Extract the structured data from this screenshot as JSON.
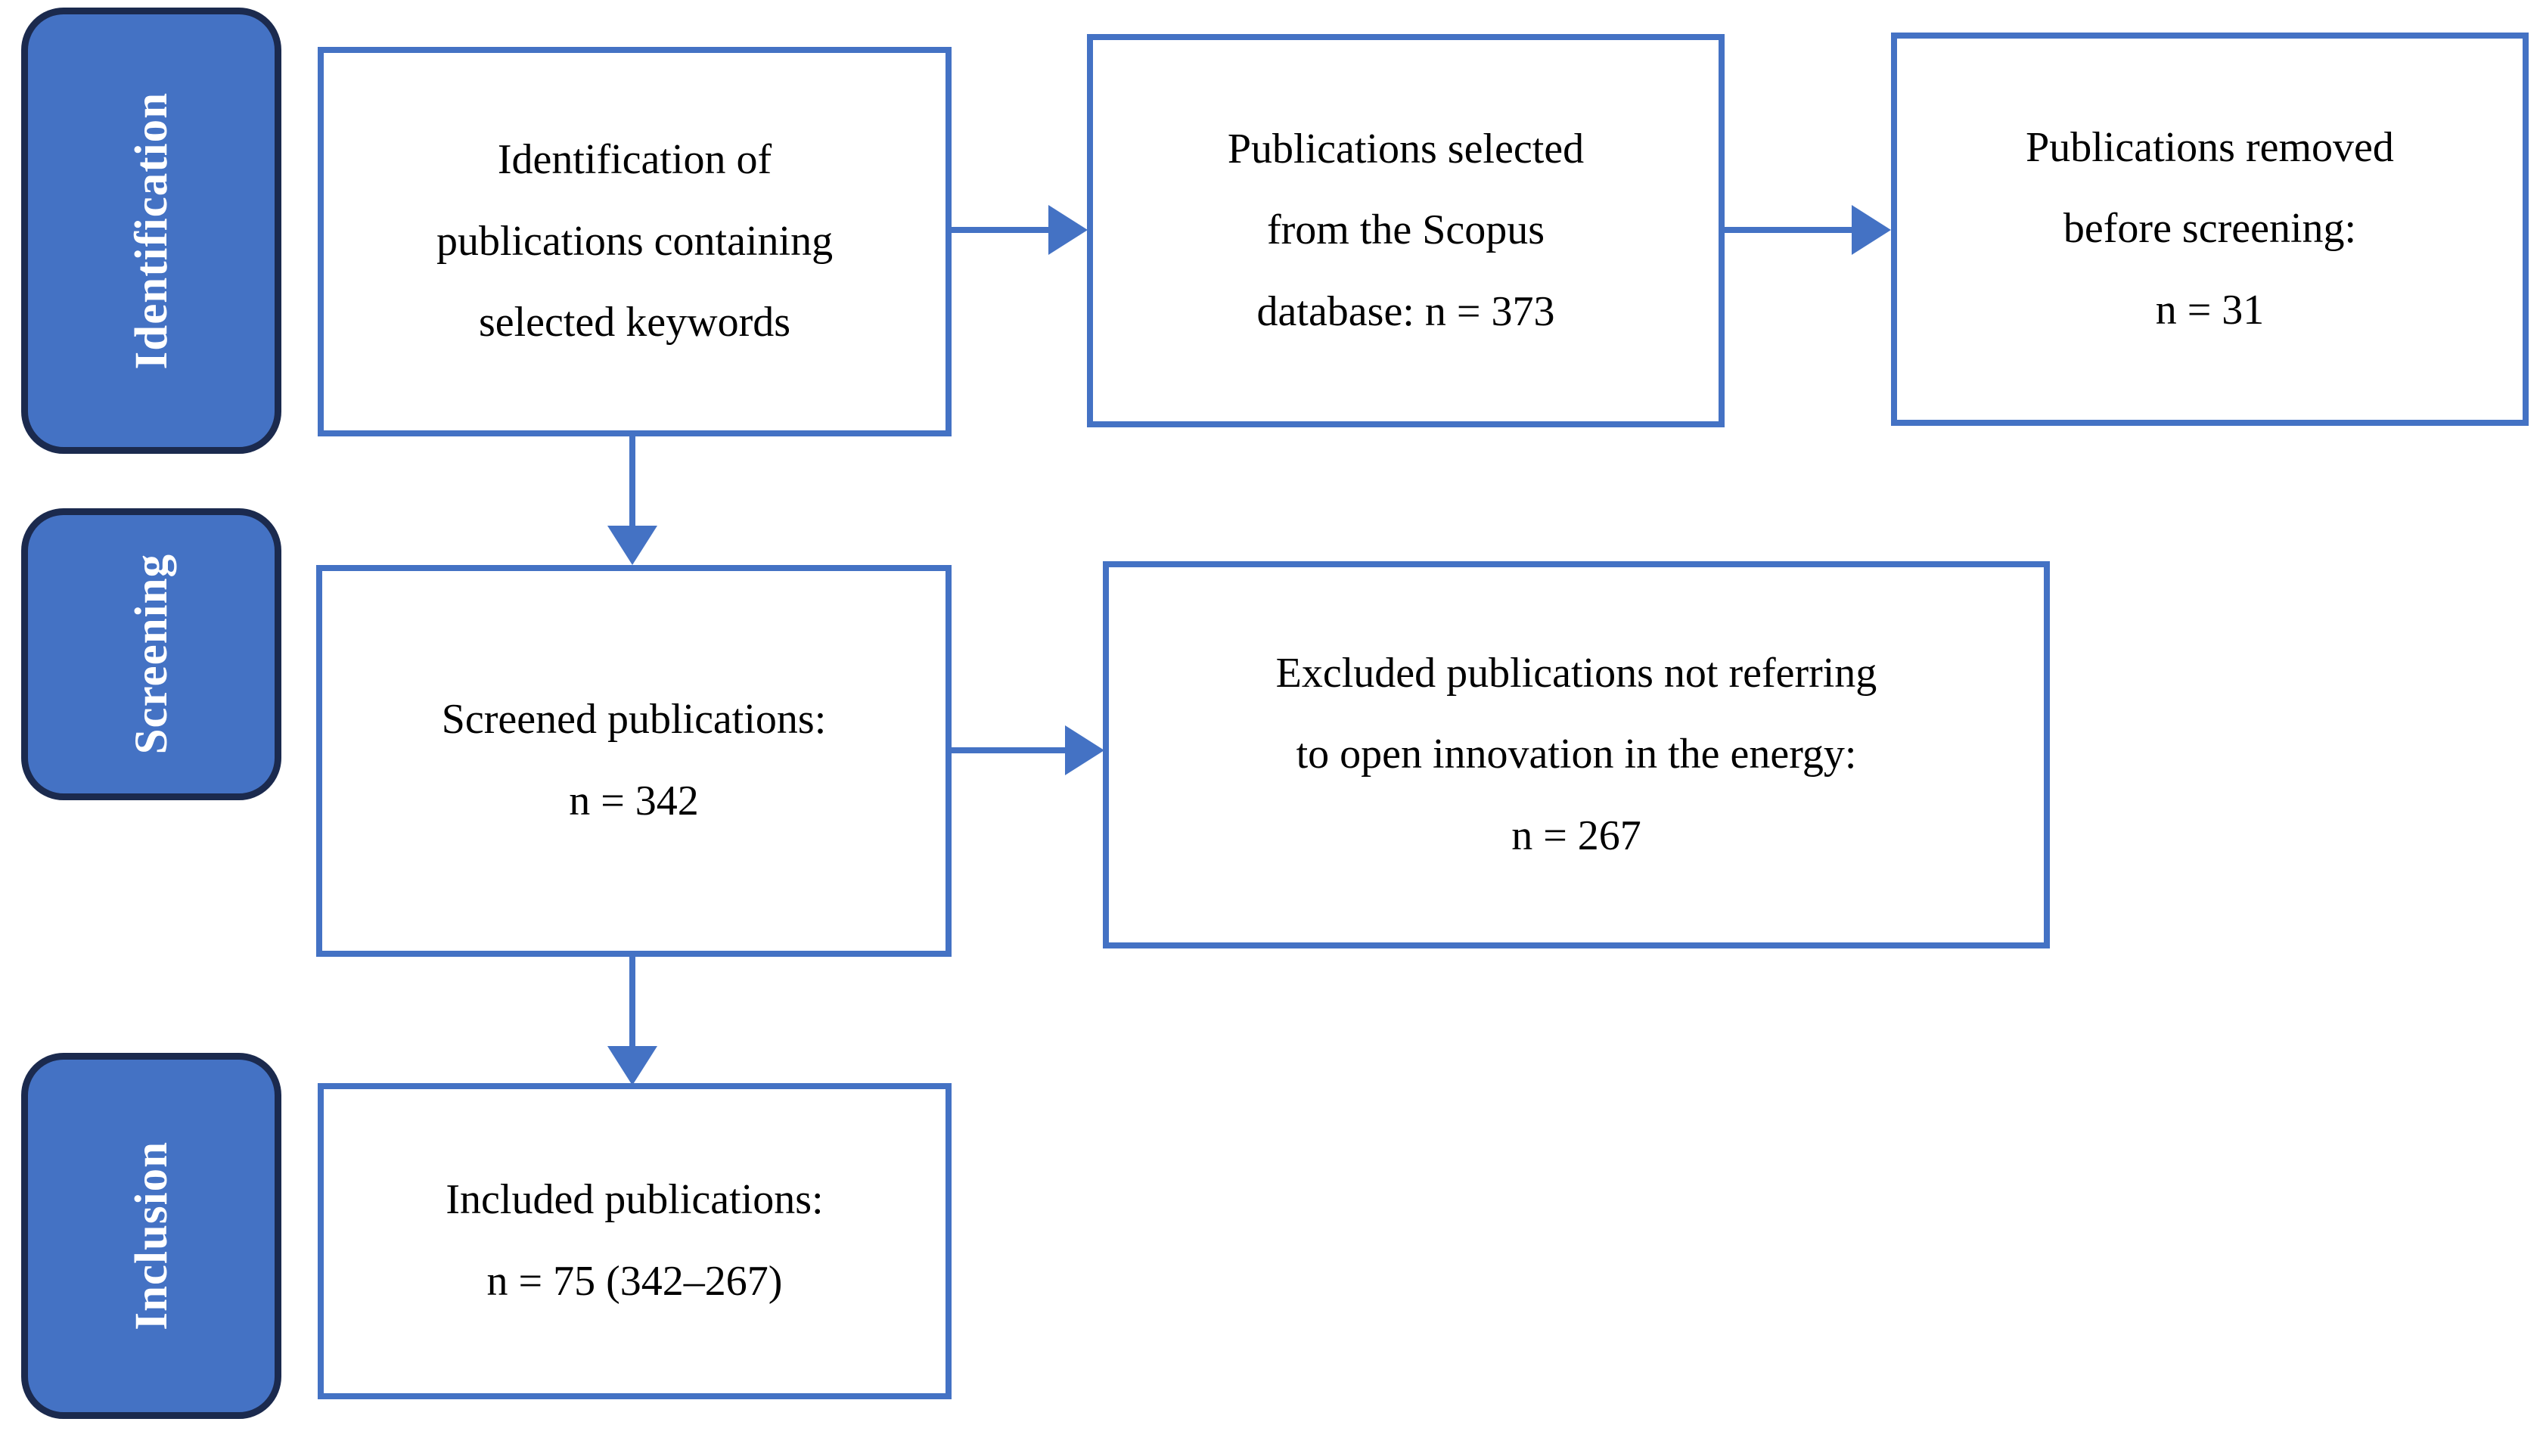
{
  "diagram": {
    "title": "PRISMA publication selection flow",
    "colors": {
      "box_border": "#4472C4",
      "tab_fill": "#4472C4",
      "tab_border": "#1B2A4E",
      "connector": "#4472C4",
      "text": "#000000",
      "tab_text": "#FFFFFF",
      "background": "#FFFFFF"
    }
  },
  "phases": [
    {
      "id": "identification",
      "label": "Identification"
    },
    {
      "id": "screening",
      "label": "Screening"
    },
    {
      "id": "inclusion",
      "label": "Inclusion"
    }
  ],
  "nodes": {
    "identification_source": {
      "lines": [
        "Identification of",
        "publications containing",
        "selected keywords"
      ]
    },
    "scopus_selected": {
      "lines": [
        "Publications selected",
        "from the Scopus",
        "database: n = 373"
      ],
      "count": 373
    },
    "removed_before_screening": {
      "lines": [
        "Publications removed",
        "before screening:",
        "n = 31"
      ],
      "count": 31
    },
    "screened": {
      "lines": [
        "Screened publications:",
        "n = 342"
      ],
      "count": 342
    },
    "excluded": {
      "lines": [
        "Excluded publications not referring",
        "to open innovation in the energy:",
        "n = 267"
      ],
      "count": 267
    },
    "included": {
      "lines": [
        "Included publications:",
        "n = 75 (342–267)"
      ],
      "count": 75
    }
  },
  "connectors": [
    {
      "id": "identification-to-scopus",
      "from": "identification_source",
      "to": "scopus_selected",
      "direction": "right"
    },
    {
      "id": "scopus-to-removed",
      "from": "scopus_selected",
      "to": "removed_before_screening",
      "direction": "right"
    },
    {
      "id": "identification-to-screened",
      "from": "identification_source",
      "to": "screened",
      "direction": "down"
    },
    {
      "id": "screened-to-excluded",
      "from": "screened",
      "to": "excluded",
      "direction": "right"
    },
    {
      "id": "screened-to-included",
      "from": "screened",
      "to": "included",
      "direction": "down"
    }
  ]
}
